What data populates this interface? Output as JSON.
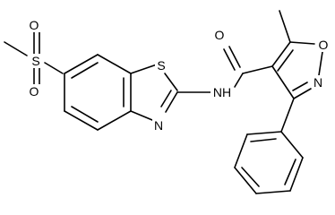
{
  "molecule": {
    "atom_labels": {
      "sulfonyl_o_top": "O",
      "sulfonyl_s": "S",
      "sulfonyl_o_bottom": "O",
      "thiazole_s": "S",
      "thiazole_n": "N",
      "amide_nh": "NH",
      "amide_o": "O",
      "isoxazole_o": "O",
      "isoxazole_n": "N"
    }
  },
  "colors": {
    "bond": "#000000",
    "label": "#000000",
    "background": "#ffffff"
  }
}
